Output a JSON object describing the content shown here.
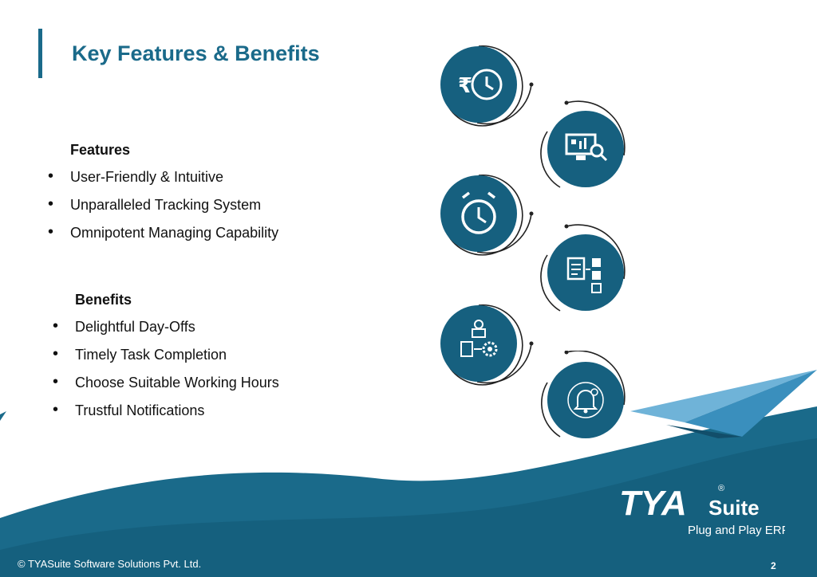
{
  "title": "Key Features & Benefits",
  "features": {
    "heading": "Features",
    "items": [
      "User-Friendly & Intuitive",
      "Unparalleled Tracking System",
      "Omnipotent Managing Capability"
    ]
  },
  "benefits": {
    "heading": "Benefits",
    "items": [
      "Delightful Day-Offs",
      "Timely Task Completion",
      "Choose Suitable Working Hours",
      "Trustful Notifications"
    ]
  },
  "icons": [
    "rupee-clock-icon",
    "monitor-analytics-icon",
    "alarm-clock-icon",
    "checklist-icon",
    "workflow-gear-icon",
    "notification-bell-icon"
  ],
  "logo": {
    "brand": "TYA",
    "suffix": "Suite",
    "tagline": "Plug and Play ERP",
    "registered": "®"
  },
  "footer": {
    "copyright": "© TYASuite Software Solutions Pvt. Ltd.",
    "page_number": "2"
  },
  "colors": {
    "title": "#1a6a8a",
    "circle": "#16607f",
    "band": "#1a6a8a",
    "band_dark": "#0f4c68",
    "light_blue": "#6fb3d8"
  }
}
